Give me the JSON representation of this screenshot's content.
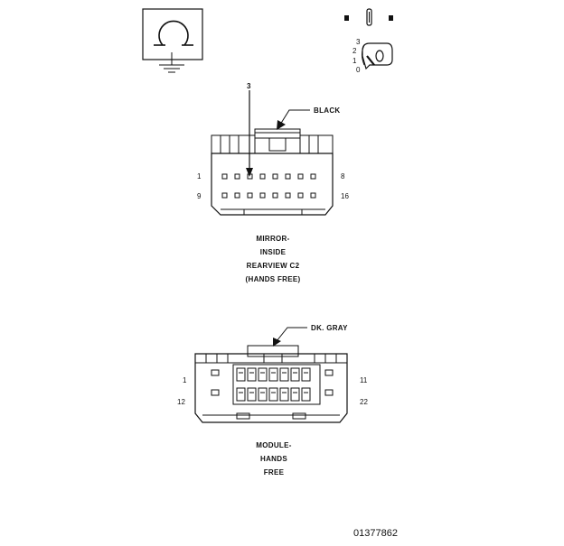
{
  "figure_id": "01377862",
  "icons": {
    "ground_symbol": "ground-omega-icon",
    "key_symbol": "ignition-key-icon"
  },
  "key_positions": [
    "3",
    "2",
    "1",
    "0"
  ],
  "connector_c2": {
    "callout_pin": "3",
    "color_label": "BLACK",
    "pin_left_top": "1",
    "pin_right_top": "8",
    "pin_left_bottom": "9",
    "pin_right_bottom": "16",
    "title_lines": [
      "MIRROR-",
      "INSIDE",
      "REARVIEW C2",
      "(HANDS FREE)"
    ]
  },
  "connector_hf": {
    "color_label": "DK. GRAY",
    "pin_left_top": "1",
    "pin_right_top": "11",
    "pin_left_bottom": "12",
    "pin_right_bottom": "22",
    "title_lines": [
      "MODULE-",
      "HANDS",
      "FREE"
    ]
  }
}
